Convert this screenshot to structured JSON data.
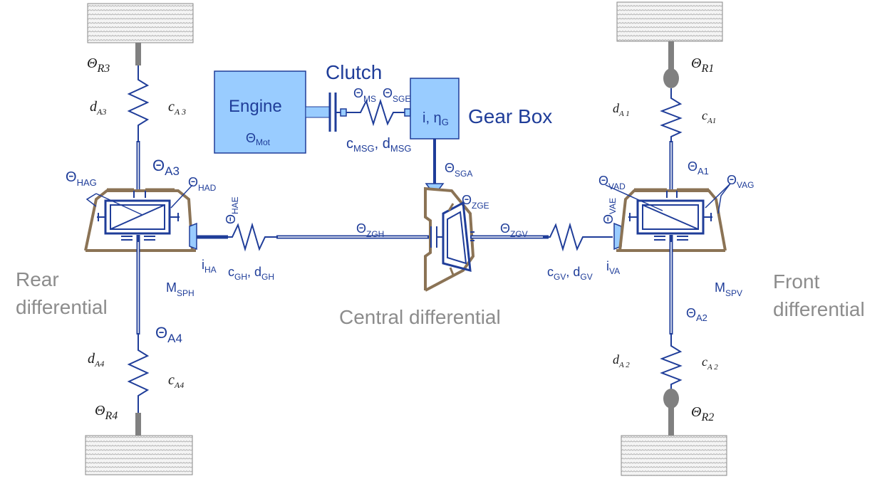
{
  "colors": {
    "shaft": "#1f3d99",
    "housing": "#8b7355",
    "box_fill": "#99ccff",
    "text_primary": "#1f3d99",
    "text_gray": "#8c8c8c",
    "wheel_stub": "#808080"
  },
  "engine": {
    "title": "Engine",
    "theta": "Θ",
    "theta_sub": "Mot"
  },
  "clutch": {
    "title": "Clutch"
  },
  "gearbox": {
    "title": "Gear Box",
    "ratio": "i, η",
    "ratio_sub": "G",
    "theta_ms": "Θ",
    "theta_ms_sub": "MS",
    "theta_sge": "Θ",
    "theta_sge_sub": "SGE",
    "c_msg": "c",
    "c_msg_sub": "MSG",
    "d_msg": ", d",
    "d_msg_sub": "MSG",
    "theta_sga": "Θ",
    "theta_sga_sub": "SGA"
  },
  "central_diff": {
    "title": "Central differential",
    "theta_zge": "Θ",
    "theta_zge_sub": "ZGE",
    "theta_zgh": "Θ",
    "theta_zgh_sub": "ZGH",
    "theta_zgv": "Θ",
    "theta_zgv_sub": "ZGV"
  },
  "rear_diff": {
    "title_line1": "Rear",
    "title_line2": "differential",
    "theta_hag": "Θ",
    "theta_hag_sub": "HAG",
    "theta_a3": "Θ",
    "theta_a3_sub": "A3",
    "theta_had": "Θ",
    "theta_had_sub": "HAD",
    "theta_hae": "Θ",
    "theta_hae_sub": "HAE",
    "i_ha": "i",
    "i_ha_sub": "HA",
    "c_gh": "c",
    "c_gh_sub": "GH",
    "d_gh": ", d",
    "d_gh_sub": "GH",
    "m_sph": "M",
    "m_sph_sub": "SPH",
    "theta_a4": "Θ",
    "theta_a4_sub": "A4"
  },
  "front_diff": {
    "title_line1": "Front",
    "title_line2": "differential",
    "theta_vad": "Θ",
    "theta_vad_sub": "VAD",
    "theta_a1": "Θ",
    "theta_a1_sub": "A1",
    "theta_vag": "Θ",
    "theta_vag_sub": "VAG",
    "theta_vae": "Θ",
    "theta_vae_sub": "VAE",
    "c_gv": "c",
    "c_gv_sub": "GV",
    "d_gv": ", d",
    "d_gv_sub": "GV",
    "i_va": "i",
    "i_va_sub": "VA",
    "m_spv": "M",
    "m_spv_sub": "SPV",
    "theta_a2": "Θ",
    "theta_a2_sub": "A2"
  },
  "wheels": {
    "r3": {
      "theta": "Θ",
      "sub": "R3",
      "d": "d",
      "d_sub": "A3",
      "c": "c",
      "c_sub": "A 3"
    },
    "r4": {
      "theta": "Θ",
      "sub": "R4",
      "d": "d",
      "d_sub": "A4",
      "c": "c",
      "c_sub": "A4"
    },
    "r1": {
      "theta": "Θ",
      "sub": "R1",
      "d": "d",
      "d_sub": "A 1",
      "c": "c",
      "c_sub": "A1"
    },
    "r2": {
      "theta": "Θ",
      "sub": "R2",
      "d": "d",
      "d_sub": "A 2",
      "c": "c",
      "c_sub": "A 2"
    }
  }
}
